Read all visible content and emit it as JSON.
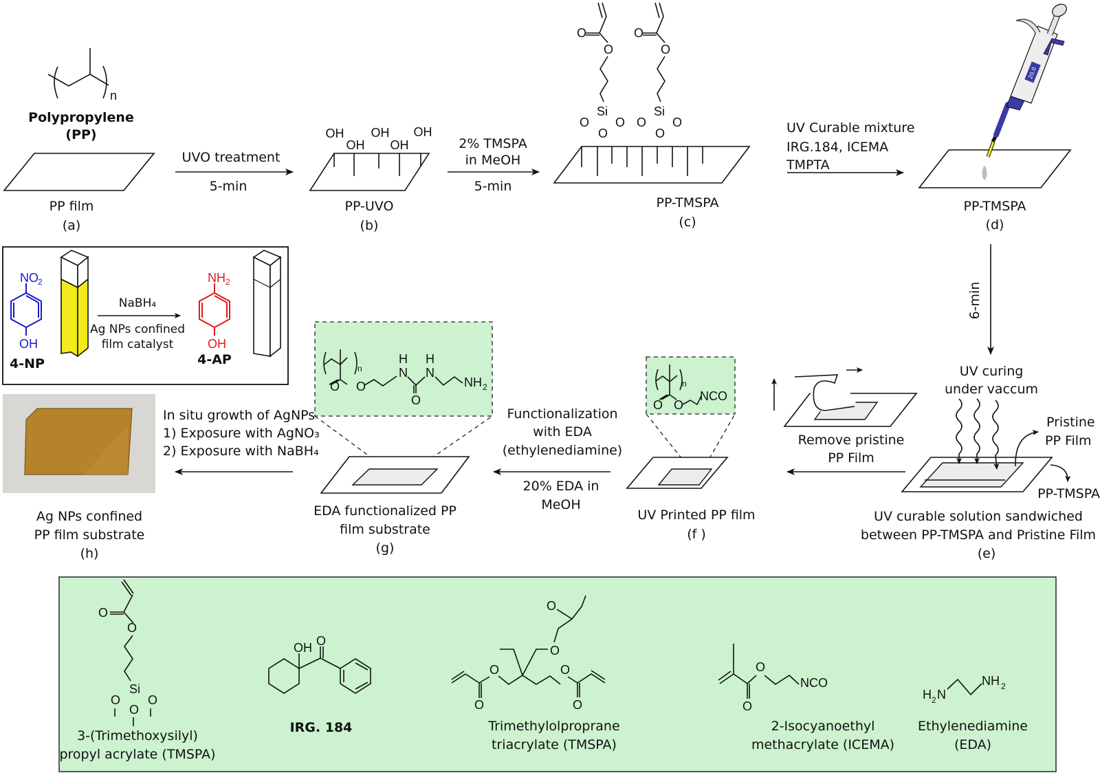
{
  "colors": {
    "green_panel": "#ccf2d0",
    "nitro_blue": "#1a1acc",
    "amine_red": "#e01919",
    "cuvette_yellow": "#f4ea1c",
    "pipette_blue": "#3a3aa6",
    "photo_amber": "#b5832a"
  },
  "step_a": {
    "polymer_name": "Polypropylene",
    "polymer_abbr": "(PP)",
    "repeat_subscript": "n",
    "label": "PP film",
    "letter": "(a)"
  },
  "arrow_ab": {
    "top": "UVO treatment",
    "bottom": "5-min"
  },
  "step_b": {
    "groups": [
      "OH",
      "OH",
      "OH",
      "OH",
      "OH"
    ],
    "label": "PP-UVO",
    "letter": "(b)"
  },
  "arrow_bc": {
    "top1": "2% TMSPA",
    "top2": "in MeOH",
    "bottom": "5-min"
  },
  "step_c": {
    "atoms": {
      "O": "O",
      "Si": "Si"
    },
    "label": "PP-TMSPA",
    "letter": "(c)"
  },
  "arrow_cd": {
    "line1": "UV Curable mixture",
    "line2": "IRG.184, ICEMA",
    "line3": "TMPTA"
  },
  "step_d": {
    "pipette_display": "20.0",
    "label": "PP-TMSPA",
    "letter": "(d)"
  },
  "arrow_de": {
    "label": "6-min"
  },
  "step_e": {
    "title1": "UV curing",
    "title2": "under vaccum",
    "top_layer": "Pristine",
    "top_layer2": "PP Film",
    "bottom_layer": "PP-TMSPA",
    "caption1": "UV curable solution sandwiched",
    "caption2": "between PP-TMSPA and Pristine Film",
    "letter": "(e)"
  },
  "arrow_ef": {
    "line1": "Remove pristine",
    "line2": "PP Film"
  },
  "step_f": {
    "inset_groups": {
      "n": "n",
      "O": "O",
      "NCO": "NCO"
    },
    "label": "UV Printed PP film",
    "letter": "(f )"
  },
  "arrow_fg": {
    "top1": "Functionalization",
    "top2": "with EDA",
    "top3": "(ethylenediamine)",
    "bottom1": "20% EDA in",
    "bottom2": "MeOH"
  },
  "step_g": {
    "inset_groups": {
      "n": "n",
      "O": "O",
      "H": "H",
      "N": "N",
      "NH2": "NH",
      "sub2": "2"
    },
    "label1": "EDA functionalized PP",
    "label2": "film substrate",
    "letter": "(g)"
  },
  "arrow_gh": {
    "line1": "In situ growth of AgNPs",
    "line2": "1) Exposure with AgNO₃",
    "line3": "2) Exposure with NaBH₄"
  },
  "step_h": {
    "label1": "Ag NPs confined",
    "label2": "PP film substrate",
    "letter": "(h)"
  },
  "catalysis_box": {
    "reactant_group": "NO",
    "reactant_sub": "2",
    "reactant_oh": "OH",
    "reactant_name": "4-NP",
    "reagent": "NaBH₄",
    "condition1": "Ag NPs confined",
    "condition2": "film catalyst",
    "product_group": "NH",
    "product_sub": "2",
    "product_oh": "OH",
    "product_name": "4-AP"
  },
  "reagents_panel": {
    "compounds": [
      {
        "name1": "3-(Trimethoxysilyl)",
        "name2": "propyl acrylate (TMSPA)"
      },
      {
        "name1": "IRG. 184",
        "name2": ""
      },
      {
        "name1": "Trimethylolproprane",
        "name2": "triacrylate (TMSPA)"
      },
      {
        "name1": "2-Isocyanoethyl",
        "name2": "methacrylate (ICEMA)"
      },
      {
        "name1": "Ethylenediamine",
        "name2": "(EDA)"
      }
    ],
    "atoms": {
      "O": "O",
      "OH": "OH",
      "Si": "Si",
      "NCO": "NCO",
      "H2N": "H",
      "N": "N",
      "NH": "NH",
      "sub2": "2"
    }
  }
}
